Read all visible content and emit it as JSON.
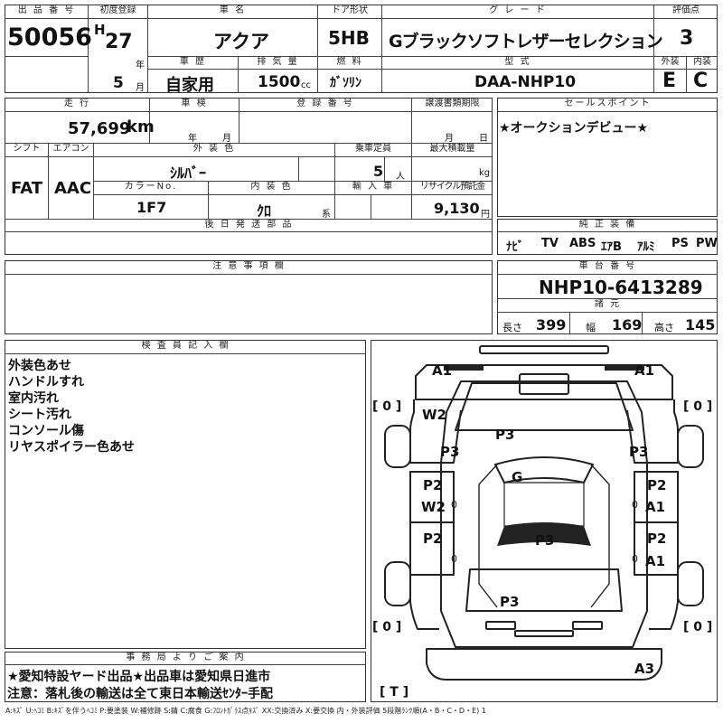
{
  "header": {
    "lot_no_label": "出 品 番 号",
    "lot_no": "50056",
    "first_reg_label": "初度登録",
    "era": "H",
    "year": "27",
    "year_unit": "年",
    "month": "5",
    "month_unit": "月",
    "car_name_label": "車 名",
    "car_name": "アクア",
    "door_label": "ドア形状",
    "door": "5HB",
    "grade_label": "グ レ ー ド",
    "grade": "Gブラックソフトレザーセレクション",
    "score_label": "評価点",
    "score": "3",
    "history_label": "車 歴",
    "history": "自家用",
    "displacement_label": "排 気 量",
    "displacement": "1500",
    "displacement_unit": "cc",
    "fuel_label": "燃 料",
    "fuel": "ｶﾞｿﾘﾝ",
    "model_label": "型 式",
    "model": "DAA-NHP10",
    "exterior_label": "外装",
    "exterior": "E",
    "interior_label": "内装",
    "interior": "C"
  },
  "row2": {
    "mileage_label": "走 行",
    "mileage": "57,699",
    "mileage_unit": "km",
    "inspection_label": "車 検",
    "insp_year_unit": "年",
    "insp_month_unit": "月",
    "reg_no_label": "登 録 番 号",
    "transfer_label": "譲渡書類期限",
    "transfer_month_unit": "月",
    "transfer_day_unit": "日",
    "shift_label": "シフト",
    "shift": "FAT",
    "ac_label": "エアコン",
    "ac": "AAC",
    "ext_color_label": "外 装 色",
    "ext_color": "ｼﾙﾊﾞｰ",
    "seats_label": "乗車定員",
    "seats": "5",
    "seats_unit": "人",
    "load_label": "最大積載量",
    "load_unit": "kg",
    "color_no_label": "カラーNo.",
    "color_no": "1F7",
    "int_color_label": "内 装 色",
    "int_color": "ｸﾛ",
    "int_color_unit": "系",
    "import_label": "輸 入 車",
    "recycle_label": "リサイクル預託金",
    "recycle": "9,130",
    "recycle_unit": "円",
    "later_parts_label": "後 日 発 送 部 品"
  },
  "sales_point": {
    "label": "セールスポイント",
    "text": "★オークションデビュー★"
  },
  "equipment": {
    "label": "純 正 装 備",
    "items": [
      "ﾅﾋﾞ",
      "TV",
      "ABS",
      "ｴｱB",
      "ｱﾙﾐ",
      "PS",
      "PW"
    ]
  },
  "notes": {
    "label": "注 意 事 項 欄"
  },
  "chassis": {
    "label": "車 台 番 号",
    "value": "NHP10-6413289",
    "spec_label": "諸 元",
    "length_label": "長さ",
    "length": "399",
    "width_label": "幅",
    "width": "169",
    "height_label": "高さ",
    "height": "145"
  },
  "inspector": {
    "label": "検 査 員 記 入 欄",
    "lines": [
      "外装色あせ",
      "ハンドルすれ",
      "室内汚れ",
      "シート汚れ",
      "コンソール傷",
      "リヤスポイラー色あせ"
    ]
  },
  "office": {
    "label": "事 務 局 よ り ご 案 内",
    "line1": "★愛知特設ヤード出品★出品車は愛知県日進市",
    "line2": "注意：落札後の輸送は全て東日本輸送ｾﾝﾀｰ手配"
  },
  "diagram": {
    "marks": {
      "a1_front_left": "A1",
      "a1_front_right": "A1",
      "w2_left": "W2",
      "p3_left_front": "P3",
      "p3_roof": "P3",
      "p3_right_front": "P3",
      "g_windshield": "G",
      "p2_left_door1": "P2",
      "w2_left_door1": "W2",
      "p2_right_door1": "P2",
      "a1_right_door1": "A1",
      "p2_left_door2": "P2",
      "p3_center": "P3",
      "p2_right_door2": "P2",
      "a1_right_door2": "A1",
      "p3_rear": "P3",
      "a3_rear": "A3"
    },
    "tires": {
      "front_left": "[ 0 ]",
      "front_right": "[ 0 ]",
      "rear_left": "[ 0 ]",
      "rear_right": "[ 0 ]",
      "spare": "[ T ]"
    },
    "zero_marks": [
      "0",
      "0",
      "0",
      "0"
    ]
  },
  "legend": "A:ｷｽﾞ U:ﾍｺﾐ B:ｷｽﾞを伴うﾍｺﾐ P:要塗装 W:補修跡 S:錆 C:腐食 G:ﾌﾛﾝﾄｶﾞﾗｽ点ｷｽﾞ XX:交換済み X:要交換  内・外装評価 5段階ﾗﾝｸ順(A・B・C・D・E) 1"
}
